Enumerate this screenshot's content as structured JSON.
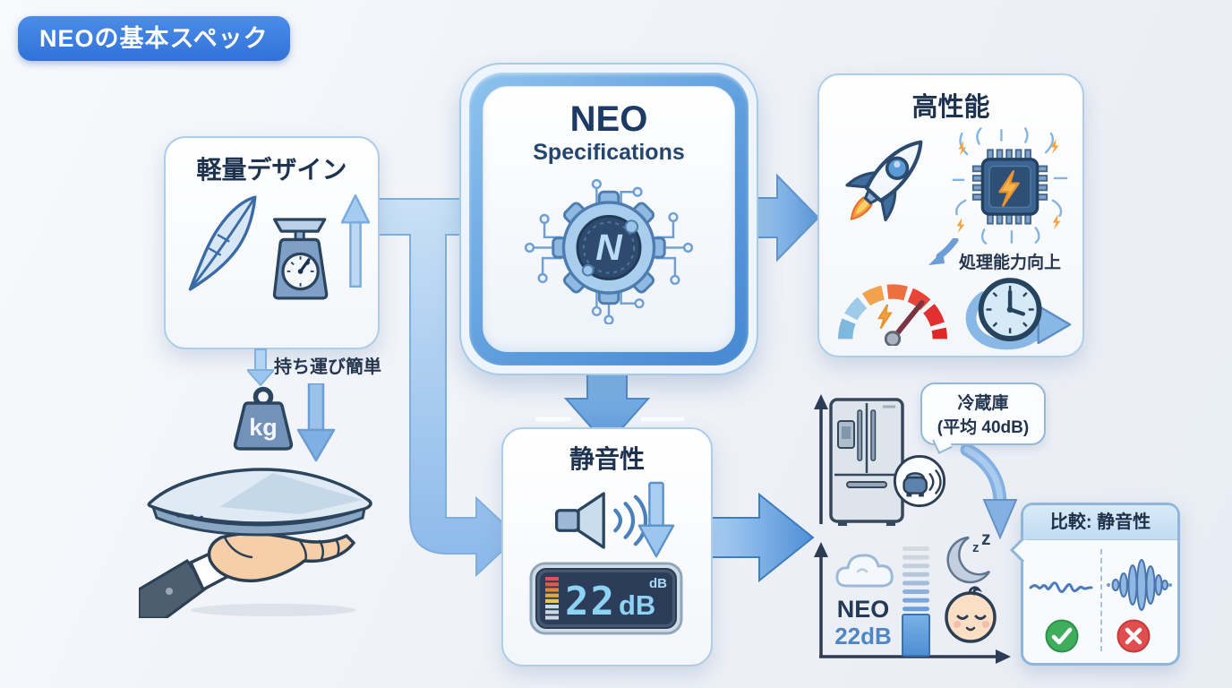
{
  "badge": {
    "label": "NEOの基本スペック"
  },
  "lightweight_box": {
    "title": "軽量デザイン",
    "caption": "持ち運び簡単",
    "weight_unit": "kg"
  },
  "neo_box": {
    "title": "NEO",
    "subtitle": "Specifications",
    "logo_letter": "N"
  },
  "performance_box": {
    "title": "高性能",
    "caption": "処理能力向上"
  },
  "quiet_box": {
    "title": "静音性",
    "meter_value": "22",
    "meter_unit": "dB",
    "meter_corner_unit": "dB"
  },
  "fridge_callout": {
    "line1": "冷蔵庫",
    "line2": "(平均 40dB)"
  },
  "noise_chart": {
    "bar_label": "NEO",
    "bar_value": "22dB",
    "sleep_z_small": "z",
    "sleep_z_large": "z"
  },
  "comparison_box": {
    "title": "比較: 静音性"
  },
  "colors": {
    "accent_blue": "#3d7edb",
    "navy_text": "#1e3350",
    "value_blue": "#4f86c6",
    "check_green": "#3fae5c",
    "cross_red": "#e14e4e"
  },
  "chart_data": {
    "type": "bar",
    "categories": [
      "NEO",
      "冷蔵庫"
    ],
    "values": [
      22,
      40
    ],
    "unit": "dB",
    "ylabel": "dB"
  }
}
